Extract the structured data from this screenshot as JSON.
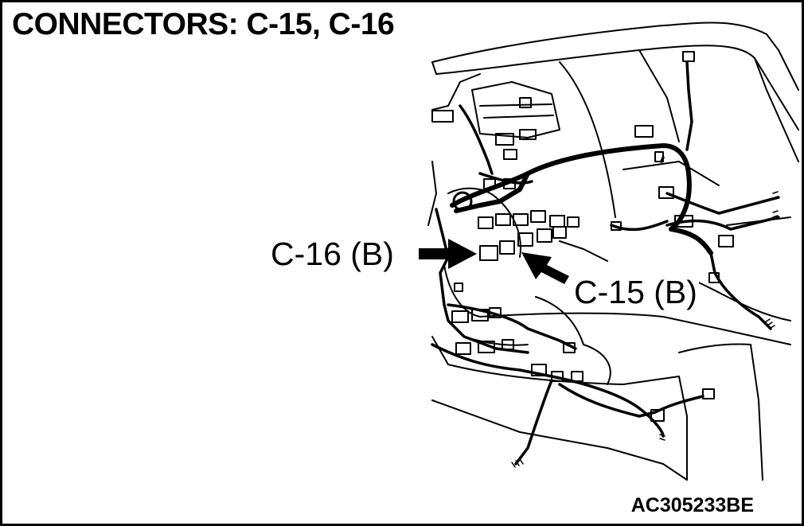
{
  "title": "CONNECTORS: C-15, C-16",
  "callouts": {
    "c16": "C-16 (B)",
    "c15": "C-15 (B)"
  },
  "figure_code": "AC305233BE",
  "colors": {
    "line": "#000000",
    "background": "#ffffff"
  }
}
